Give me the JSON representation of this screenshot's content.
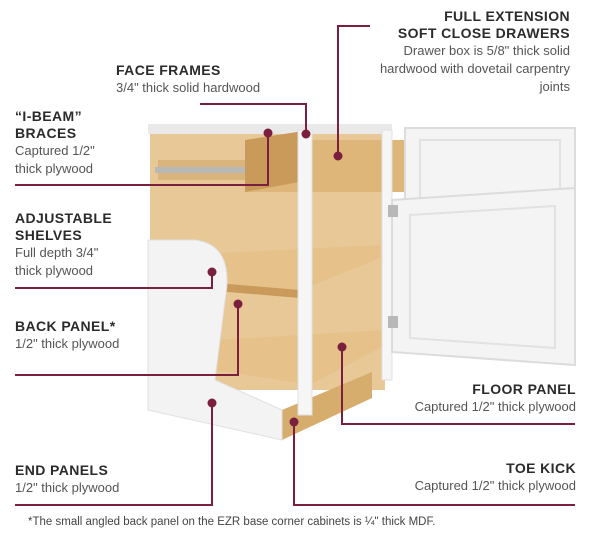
{
  "colors": {
    "leader": "#7a1f3d",
    "wood": "#e2c08d",
    "wood_dark": "#c99a5a",
    "white_panel": "#f1f1f1",
    "text": "#2b2b2b"
  },
  "labels": {
    "full_extension": {
      "title": "FULL EXTENSION\nSOFT CLOSE DRAWERS",
      "desc": "Drawer box is 5/8\" thick solid\nhardwood with dovetail carpentry\njoints"
    },
    "face_frames": {
      "title": "FACE FRAMES",
      "desc": "3/4\" thick solid hardwood"
    },
    "ibeam": {
      "title": "“I-BEAM”\nBRACES",
      "desc": "Captured 1/2\"\nthick plywood"
    },
    "shelves": {
      "title": "ADJUSTABLE\nSHELVES",
      "desc": "Full depth 3/4\"\nthick plywood"
    },
    "back_panel": {
      "title": "BACK PANEL*",
      "desc": "1/2\" thick plywood"
    },
    "floor_panel": {
      "title": "FLOOR PANEL",
      "desc": "Captured 1/2\" thick plywood"
    },
    "end_panels": {
      "title": "END PANELS",
      "desc": "1/2\" thick plywood"
    },
    "toe_kick": {
      "title": "TOE KICK",
      "desc": "Captured 1/2\" thick plywood"
    }
  },
  "footnote": "*The small angled back panel on the EZR base corner cabinets is ¼\" thick MDF."
}
